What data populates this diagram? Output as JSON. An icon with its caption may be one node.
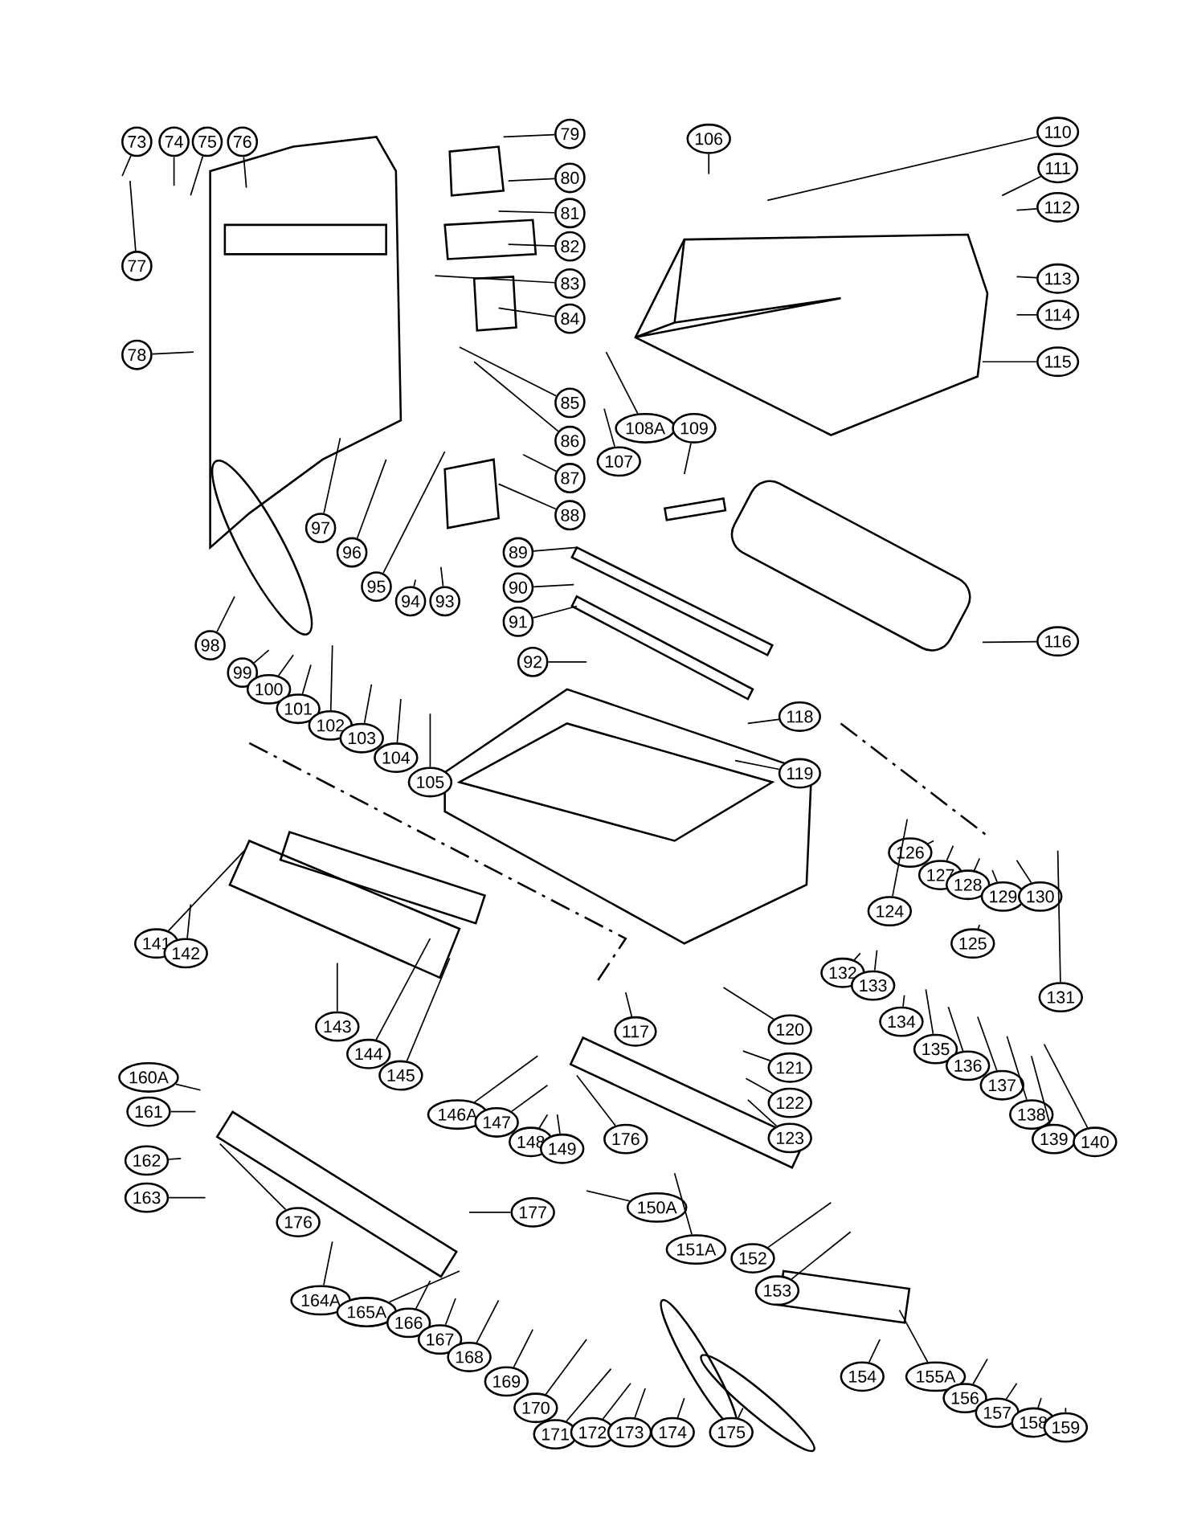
{
  "diagram": {
    "nodes": [
      {
        "text": [
          "73"
        ]
      },
      {
        "text": [
          "74"
        ]
      },
      {
        "text": [
          "75"
        ]
      },
      {
        "text": [
          "76"
        ]
      },
      {
        "text": [
          "77"
        ]
      },
      {
        "text": [
          "78"
        ]
      },
      {
        "text": [
          "79"
        ]
      },
      {
        "text": [
          "80"
        ]
      },
      {
        "text": [
          "81"
        ]
      },
      {
        "text": [
          "82"
        ]
      },
      {
        "text": [
          "83"
        ]
      },
      {
        "text": [
          "84"
        ]
      },
      {
        "text": [
          "85"
        ]
      },
      {
        "text": [
          "86"
        ]
      },
      {
        "text": [
          "87"
        ]
      },
      {
        "text": [
          "88"
        ]
      },
      {
        "text": [
          "89"
        ]
      },
      {
        "text": [
          "90"
        ]
      },
      {
        "text": [
          "91"
        ]
      },
      {
        "text": [
          "92"
        ]
      },
      {
        "text": [
          "93"
        ]
      },
      {
        "text": [
          "94"
        ]
      },
      {
        "text": [
          "95"
        ]
      },
      {
        "text": [
          "96"
        ]
      },
      {
        "text": [
          "97"
        ]
      },
      {
        "text": [
          "98"
        ]
      },
      {
        "text": [
          "99"
        ]
      },
      {
        "text": [
          "100"
        ]
      },
      {
        "text": [
          "101"
        ]
      },
      {
        "text": [
          "102"
        ]
      },
      {
        "text": [
          "103"
        ]
      },
      {
        "text": [
          "104"
        ]
      },
      {
        "text": [
          "105"
        ]
      },
      {
        "text": [
          "106"
        ]
      },
      {
        "text": [
          "107"
        ]
      },
      {
        "text": [
          "108A"
        ]
      },
      {
        "text": [
          "109"
        ]
      },
      {
        "text": [
          "110"
        ]
      },
      {
        "text": [
          "111"
        ]
      },
      {
        "text": [
          "112"
        ]
      },
      {
        "text": [
          "113"
        ]
      },
      {
        "text": [
          "114"
        ]
      },
      {
        "text": [
          "115"
        ]
      },
      {
        "text": [
          "116"
        ]
      },
      {
        "text": [
          "117"
        ]
      },
      {
        "text": [
          "118"
        ]
      },
      {
        "text": [
          "119"
        ]
      },
      {
        "text": [
          "120"
        ]
      },
      {
        "text": [
          "121"
        ]
      },
      {
        "text": [
          "122"
        ]
      },
      {
        "text": [
          "123"
        ]
      },
      {
        "text": [
          "124"
        ]
      },
      {
        "text": [
          "125"
        ]
      },
      {
        "text": [
          "126"
        ]
      },
      {
        "text": [
          "127"
        ]
      },
      {
        "text": [
          "128"
        ]
      },
      {
        "text": [
          "129"
        ]
      },
      {
        "text": [
          "130"
        ]
      },
      {
        "text": [
          "131"
        ]
      },
      {
        "text": [
          "132"
        ]
      },
      {
        "text": [
          "133"
        ]
      },
      {
        "text": [
          "134"
        ]
      },
      {
        "text": [
          "135"
        ]
      },
      {
        "text": [
          "136"
        ]
      },
      {
        "text": [
          "137"
        ]
      },
      {
        "text": [
          "138"
        ]
      },
      {
        "text": [
          "139"
        ]
      },
      {
        "text": [
          "140"
        ]
      },
      {
        "text": [
          "141"
        ]
      },
      {
        "text": [
          "142"
        ]
      },
      {
        "text": [
          "143"
        ]
      },
      {
        "text": [
          "144"
        ]
      },
      {
        "text": [
          "145"
        ]
      },
      {
        "text": [
          "146A"
        ]
      },
      {
        "text": [
          "147"
        ]
      },
      {
        "text": [
          "148"
        ]
      },
      {
        "text": [
          "149"
        ]
      },
      {
        "text": [
          "150A"
        ]
      },
      {
        "text": [
          "151A"
        ]
      },
      {
        "text": [
          "152"
        ]
      },
      {
        "text": [
          "153"
        ]
      },
      {
        "text": [
          "154"
        ]
      },
      {
        "text": [
          "155A"
        ]
      },
      {
        "text": [
          "156"
        ]
      },
      {
        "text": [
          "157"
        ]
      },
      {
        "text": [
          "158"
        ]
      },
      {
        "text": [
          "159"
        ]
      },
      {
        "text": [
          "160A"
        ]
      },
      {
        "text": [
          "161"
        ]
      },
      {
        "text": [
          "162"
        ]
      },
      {
        "text": [
          "163"
        ]
      },
      {
        "text": [
          "164A"
        ]
      },
      {
        "text": [
          "165A"
        ]
      },
      {
        "text": [
          "166"
        ]
      },
      {
        "text": [
          "167"
        ]
      },
      {
        "text": [
          "168"
        ]
      },
      {
        "text": [
          "169"
        ]
      },
      {
        "text": [
          "170"
        ]
      },
      {
        "text": [
          "171"
        ]
      },
      {
        "text": [
          "172"
        ]
      },
      {
        "text": [
          "173"
        ]
      },
      {
        "text": [
          "174"
        ]
      },
      {
        "text": [
          "175"
        ]
      },
      {
        "text": [
          "176"
        ]
      },
      {
        "text": [
          "176"
        ]
      },
      {
        "text": [
          "177"
        ]
      }
    ],
    "edges": [
      {
        "from": 0,
        "to": null,
        "arrow": "none"
      },
      {
        "from": 1,
        "to": null,
        "arrow": "none"
      },
      {
        "from": 2,
        "to": null,
        "arrow": "none"
      },
      {
        "from": 3,
        "to": null,
        "arrow": "none"
      },
      {
        "from": 4,
        "to": null,
        "arrow": "none"
      },
      {
        "from": 5,
        "to": null,
        "arrow": "none"
      },
      {
        "from": 6,
        "to": null,
        "arrow": "none"
      },
      {
        "from": 7,
        "to": null,
        "arrow": "none"
      },
      {
        "from": 8,
        "to": null,
        "arrow": "none"
      },
      {
        "from": 9,
        "to": null,
        "arrow": "none"
      },
      {
        "from": 10,
        "to": null,
        "arrow": "none"
      },
      {
        "from": 11,
        "to": null,
        "arrow": "none"
      },
      {
        "from": 12,
        "to": null,
        "arrow": "none"
      },
      {
        "from": 13,
        "to": null,
        "arrow": "none"
      },
      {
        "from": 14,
        "to": null,
        "arrow": "none"
      },
      {
        "from": 15,
        "to": null,
        "arrow": "none"
      },
      {
        "from": 16,
        "to": null,
        "arrow": "none"
      },
      {
        "from": 17,
        "to": null,
        "arrow": "none"
      },
      {
        "from": 18,
        "to": null,
        "arrow": "none"
      },
      {
        "from": 19,
        "to": null,
        "arrow": "none"
      },
      {
        "from": 20,
        "to": null,
        "arrow": "none"
      },
      {
        "from": 21,
        "to": null,
        "arrow": "none"
      },
      {
        "from": 22,
        "to": null,
        "arrow": "none"
      },
      {
        "from": 23,
        "to": null,
        "arrow": "none"
      },
      {
        "from": 24,
        "to": null,
        "arrow": "none"
      },
      {
        "from": 25,
        "to": null,
        "arrow": "none"
      },
      {
        "from": 26,
        "to": null,
        "arrow": "none"
      },
      {
        "from": 27,
        "to": null,
        "arrow": "none"
      },
      {
        "from": 28,
        "to": null,
        "arrow": "none"
      },
      {
        "from": 29,
        "to": null,
        "arrow": "none"
      },
      {
        "from": 30,
        "to": null,
        "arrow": "none"
      },
      {
        "from": 31,
        "to": null,
        "arrow": "none"
      },
      {
        "from": 32,
        "to": null,
        "arrow": "none"
      },
      {
        "from": 33,
        "to": null,
        "arrow": "none"
      },
      {
        "from": 34,
        "to": null,
        "arrow": "none"
      },
      {
        "from": 35,
        "to": null,
        "arrow": "none"
      },
      {
        "from": 36,
        "to": null,
        "arrow": "none"
      },
      {
        "from": 37,
        "to": null,
        "arrow": "none"
      },
      {
        "from": 38,
        "to": null,
        "arrow": "none"
      },
      {
        "from": 39,
        "to": null,
        "arrow": "none"
      },
      {
        "from": 40,
        "to": null,
        "arrow": "none"
      },
      {
        "from": 41,
        "to": null,
        "arrow": "none"
      },
      {
        "from": 42,
        "to": null,
        "arrow": "none"
      },
      {
        "from": 43,
        "to": null,
        "arrow": "none"
      },
      {
        "from": 44,
        "to": null,
        "arrow": "none"
      },
      {
        "from": 45,
        "to": null,
        "arrow": "none"
      },
      {
        "from": 46,
        "to": null,
        "arrow": "none"
      },
      {
        "from": 47,
        "to": null,
        "arrow": "none"
      },
      {
        "from": 48,
        "to": null,
        "arrow": "none"
      },
      {
        "from": 49,
        "to": null,
        "arrow": "none"
      },
      {
        "from": 50,
        "to": null,
        "arrow": "none"
      },
      {
        "from": 51,
        "to": null,
        "arrow": "none"
      },
      {
        "from": 52,
        "to": null,
        "arrow": "none"
      },
      {
        "from": 53,
        "to": null,
        "arrow": "none"
      },
      {
        "from": 54,
        "to": null,
        "arrow": "none"
      },
      {
        "from": 55,
        "to": null,
        "arrow": "none"
      },
      {
        "from": 56,
        "to": null,
        "arrow": "none"
      },
      {
        "from": 57,
        "to": null,
        "arrow": "none"
      },
      {
        "from": 58,
        "to": null,
        "arrow": "none"
      },
      {
        "from": 59,
        "to": null,
        "arrow": "none"
      },
      {
        "from": 60,
        "to": null,
        "arrow": "none"
      },
      {
        "from": 61,
        "to": null,
        "arrow": "none"
      },
      {
        "from": 62,
        "to": null,
        "arrow": "none"
      },
      {
        "from": 63,
        "to": null,
        "arrow": "none"
      },
      {
        "from": 64,
        "to": null,
        "arrow": "none"
      },
      {
        "from": 65,
        "to": null,
        "arrow": "none"
      },
      {
        "from": 66,
        "to": null,
        "arrow": "none"
      },
      {
        "from": 67,
        "to": null,
        "arrow": "none"
      },
      {
        "from": 68,
        "to": null,
        "arrow": "none"
      },
      {
        "from": 69,
        "to": null,
        "arrow": "none"
      },
      {
        "from": 70,
        "to": null,
        "arrow": "none"
      },
      {
        "from": 71,
        "to": null,
        "arrow": "none"
      },
      {
        "from": 72,
        "to": null,
        "arrow": "none"
      },
      {
        "from": 73,
        "to": null,
        "arrow": "none"
      },
      {
        "from": 74,
        "to": null,
        "arrow": "none"
      },
      {
        "from": 75,
        "to": null,
        "arrow": "none"
      },
      {
        "from": 76,
        "to": null,
        "arrow": "none"
      },
      {
        "from": 77,
        "to": null,
        "arrow": "none"
      },
      {
        "from": 78,
        "to": null,
        "arrow": "none"
      },
      {
        "from": 79,
        "to": null,
        "arrow": "none"
      },
      {
        "from": 80,
        "to": null,
        "arrow": "none"
      },
      {
        "from": 81,
        "to": null,
        "arrow": "none"
      },
      {
        "from": 82,
        "to": null,
        "arrow": "none"
      },
      {
        "from": 83,
        "to": null,
        "arrow": "none"
      },
      {
        "from": 84,
        "to": null,
        "arrow": "none"
      },
      {
        "from": 85,
        "to": null,
        "arrow": "none"
      },
      {
        "from": 86,
        "to": null,
        "arrow": "none"
      },
      {
        "from": 87,
        "to": null,
        "arrow": "none"
      },
      {
        "from": 88,
        "to": null,
        "arrow": "none"
      },
      {
        "from": 89,
        "to": null,
        "arrow": "none"
      },
      {
        "from": 90,
        "to": null,
        "arrow": "none"
      },
      {
        "from": 91,
        "to": null,
        "arrow": "none"
      },
      {
        "from": 92,
        "to": null,
        "arrow": "none"
      },
      {
        "from": 93,
        "to": null,
        "arrow": "none"
      },
      {
        "from": 94,
        "to": null,
        "arrow": "none"
      },
      {
        "from": 95,
        "to": null,
        "arrow": "none"
      },
      {
        "from": 96,
        "to": null,
        "arrow": "none"
      },
      {
        "from": 97,
        "to": null,
        "arrow": "none"
      },
      {
        "from": 98,
        "to": null,
        "arrow": "none"
      },
      {
        "from": 99,
        "to": null,
        "arrow": "none"
      },
      {
        "from": 100,
        "to": null,
        "arrow": "none"
      },
      {
        "from": 101,
        "to": null,
        "arrow": "none"
      },
      {
        "from": 102,
        "to": null,
        "arrow": "none"
      },
      {
        "from": 103,
        "to": null,
        "arrow": "none"
      },
      {
        "from": 104,
        "to": null,
        "arrow": "none"
      },
      {
        "from": 105,
        "to": null,
        "arrow": "none"
      }
    ]
  }
}
